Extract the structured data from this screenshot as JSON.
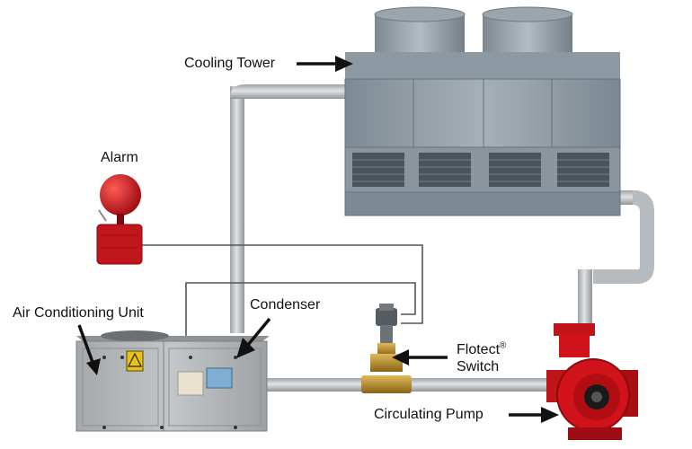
{
  "labels": {
    "cooling_tower": "Cooling Tower",
    "alarm": "Alarm",
    "air_conditioning_unit": "Air Conditioning Unit",
    "condenser": "Condenser",
    "flotect_line1": "Flotect",
    "flotect_mark": "®",
    "flotect_line2": "Switch",
    "circulating_pump": "Circulating Pump"
  },
  "colors": {
    "pipe": "#b9bec2",
    "tower": "#8f9ba4",
    "alarm_red": "#c8141b",
    "pump_red": "#d0121a",
    "ac_unit": "#b2b6b8",
    "brass": "#b98a2c",
    "arrow": "#111111"
  },
  "icons": [
    "arrow-icon"
  ]
}
